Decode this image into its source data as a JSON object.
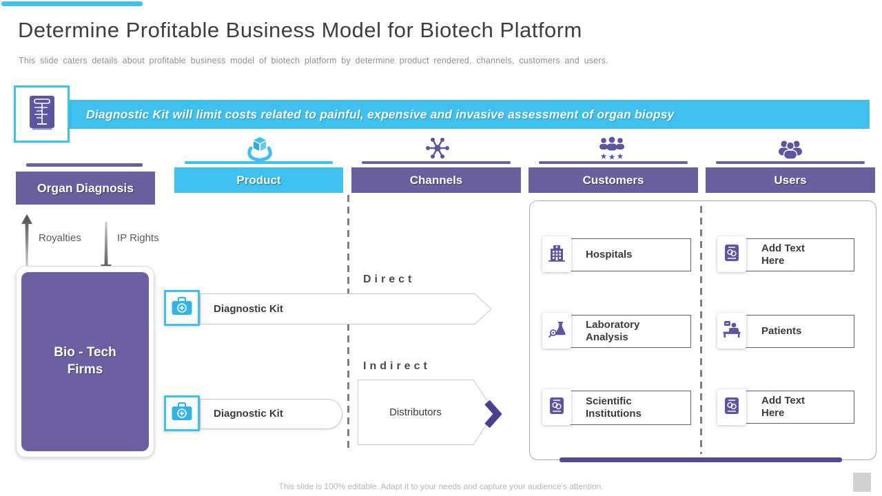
{
  "colors": {
    "cyan": "#3EC1EE",
    "purple": "#6A5F9F",
    "purple_dark": "#564B93",
    "chevron_purple": "#4C3F8F"
  },
  "title": "Determine Profitable Business Model for Biotech Platform",
  "subtitle": "This slide caters details about profitable business model of biotech platform by determine product rendered, channels, customers and users.",
  "banner": {
    "icon": "lab-measure-icon",
    "text": "Diagnostic Kit will limit costs related to painful, expensive and invasive assessment of organ biopsy"
  },
  "columns": [
    {
      "id": "organ-diagnosis",
      "label": "Organ Diagnosis",
      "color": "purple",
      "icon": null
    },
    {
      "id": "product",
      "label": "Product",
      "color": "cyan",
      "icon": "hands-cube-icon"
    },
    {
      "id": "channels",
      "label": "Channels",
      "color": "purple",
      "icon": "network-icon"
    },
    {
      "id": "customers",
      "label": "Customers",
      "color": "purple",
      "icon": "people-stars-icon"
    },
    {
      "id": "users",
      "label": "Users",
      "color": "purple",
      "icon": "people-group-icon"
    }
  ],
  "left_panel": {
    "royalties_label": "Royalties",
    "ip_rights_label": "IP Rights",
    "bio_tech_label": "Bio - Tech Firms"
  },
  "flow": {
    "direct_label": "Direct",
    "kit_direct_label": "Diagnostic Kit",
    "indirect_label": "Indirect",
    "kit_indirect_label": "Diagnostic Kit",
    "distributors_label": "Distributors",
    "kit_icon": "medical-kit-icon"
  },
  "customers_list": [
    {
      "label": "Hospitals",
      "icon": "hospital-icon"
    },
    {
      "label": "Laboratory Analysis",
      "icon": "lab-analysis-icon"
    },
    {
      "label": "Scientific Institutions",
      "icon": "certificate-icon"
    }
  ],
  "users_list": [
    {
      "label": "Add Text Here",
      "icon": "certificate-icon"
    },
    {
      "label": "Patients",
      "icon": "patient-bed-icon"
    },
    {
      "label": "Add Text Here",
      "icon": "certificate-icon"
    }
  ],
  "footer": {
    "text": "This slide is 100% editable. Adapt it to your needs and capture your audience's attention."
  }
}
